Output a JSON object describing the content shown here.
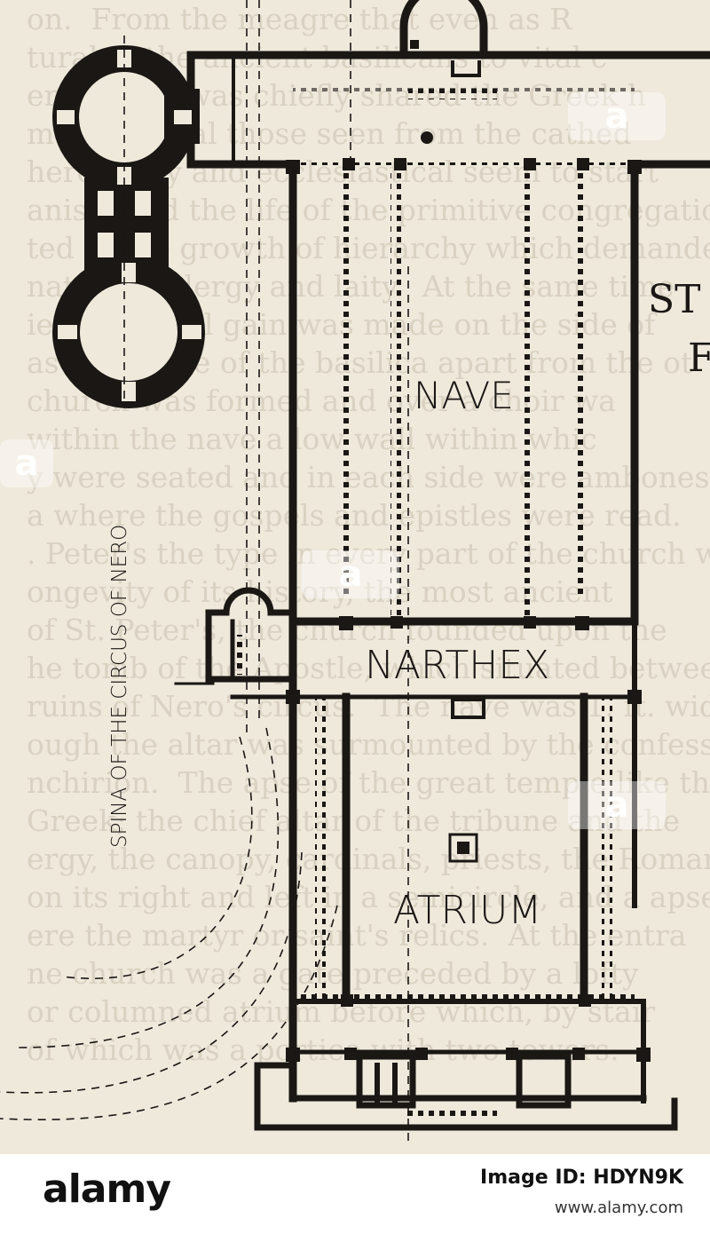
{
  "labels": {
    "nave": "NAVE",
    "narthex": "NARTHEX",
    "atrium": "ATRIUM",
    "spina": "SPINA OF THE CIRCUS OF NERO"
  },
  "side_title": {
    "line1": "ST P",
    "line2": "F"
  },
  "watermark_text": "a",
  "footer": {
    "logo": "alamy",
    "image_id": "Image ID: HDYN9K",
    "url": "www.alamy.com"
  },
  "background_text": [
    "on.  From the meagre that even as R",
    "tural of the ancient basilicans to vital c",
    "ernization was chiefly shared the Greek h",
    "ment to rival those seen from the cathed",
    "hereditary and ecclesiastical seem to start",
    "anism and the life of the primitive congregation",
    "ted to the growth of hierarchy which demande",
    "nation of clergy and laity.  At the same time",
    "ie, a gradual gain was made on the side of",
    "as the space of the basilica apart from the ot",
    "church was formed and over a choir wa",
    "within the nave a low wall within whic",
    "y were seated and in each side were ambones",
    "a where the gospels and epistles were read.",
    ". Peter's the type in every part of the church we",
    "ongevity of its history, the most ancient",
    "of St. Peter's, the church founded upon the",
    "he tomb of the Apostle, which situated between",
    "ruins of Nero's circus.  The nave was 1. ft. wide",
    "ough the altar was surmounted by the confessio",
    "nchirion.  The apse of the great temple like tha",
    "Greek; the chief altar of the tribune and the",
    "ergy, the canopy, cardinals, priests, the Roman",
    "on its right and left in a semicircle, and a apse",
    "ere the martyr or saint's relics.  At the entra",
    "ne church was a gate preceded by a lofty",
    "or columned atrium before which, by stair",
    "of which was a portico with two towers."
  ]
}
